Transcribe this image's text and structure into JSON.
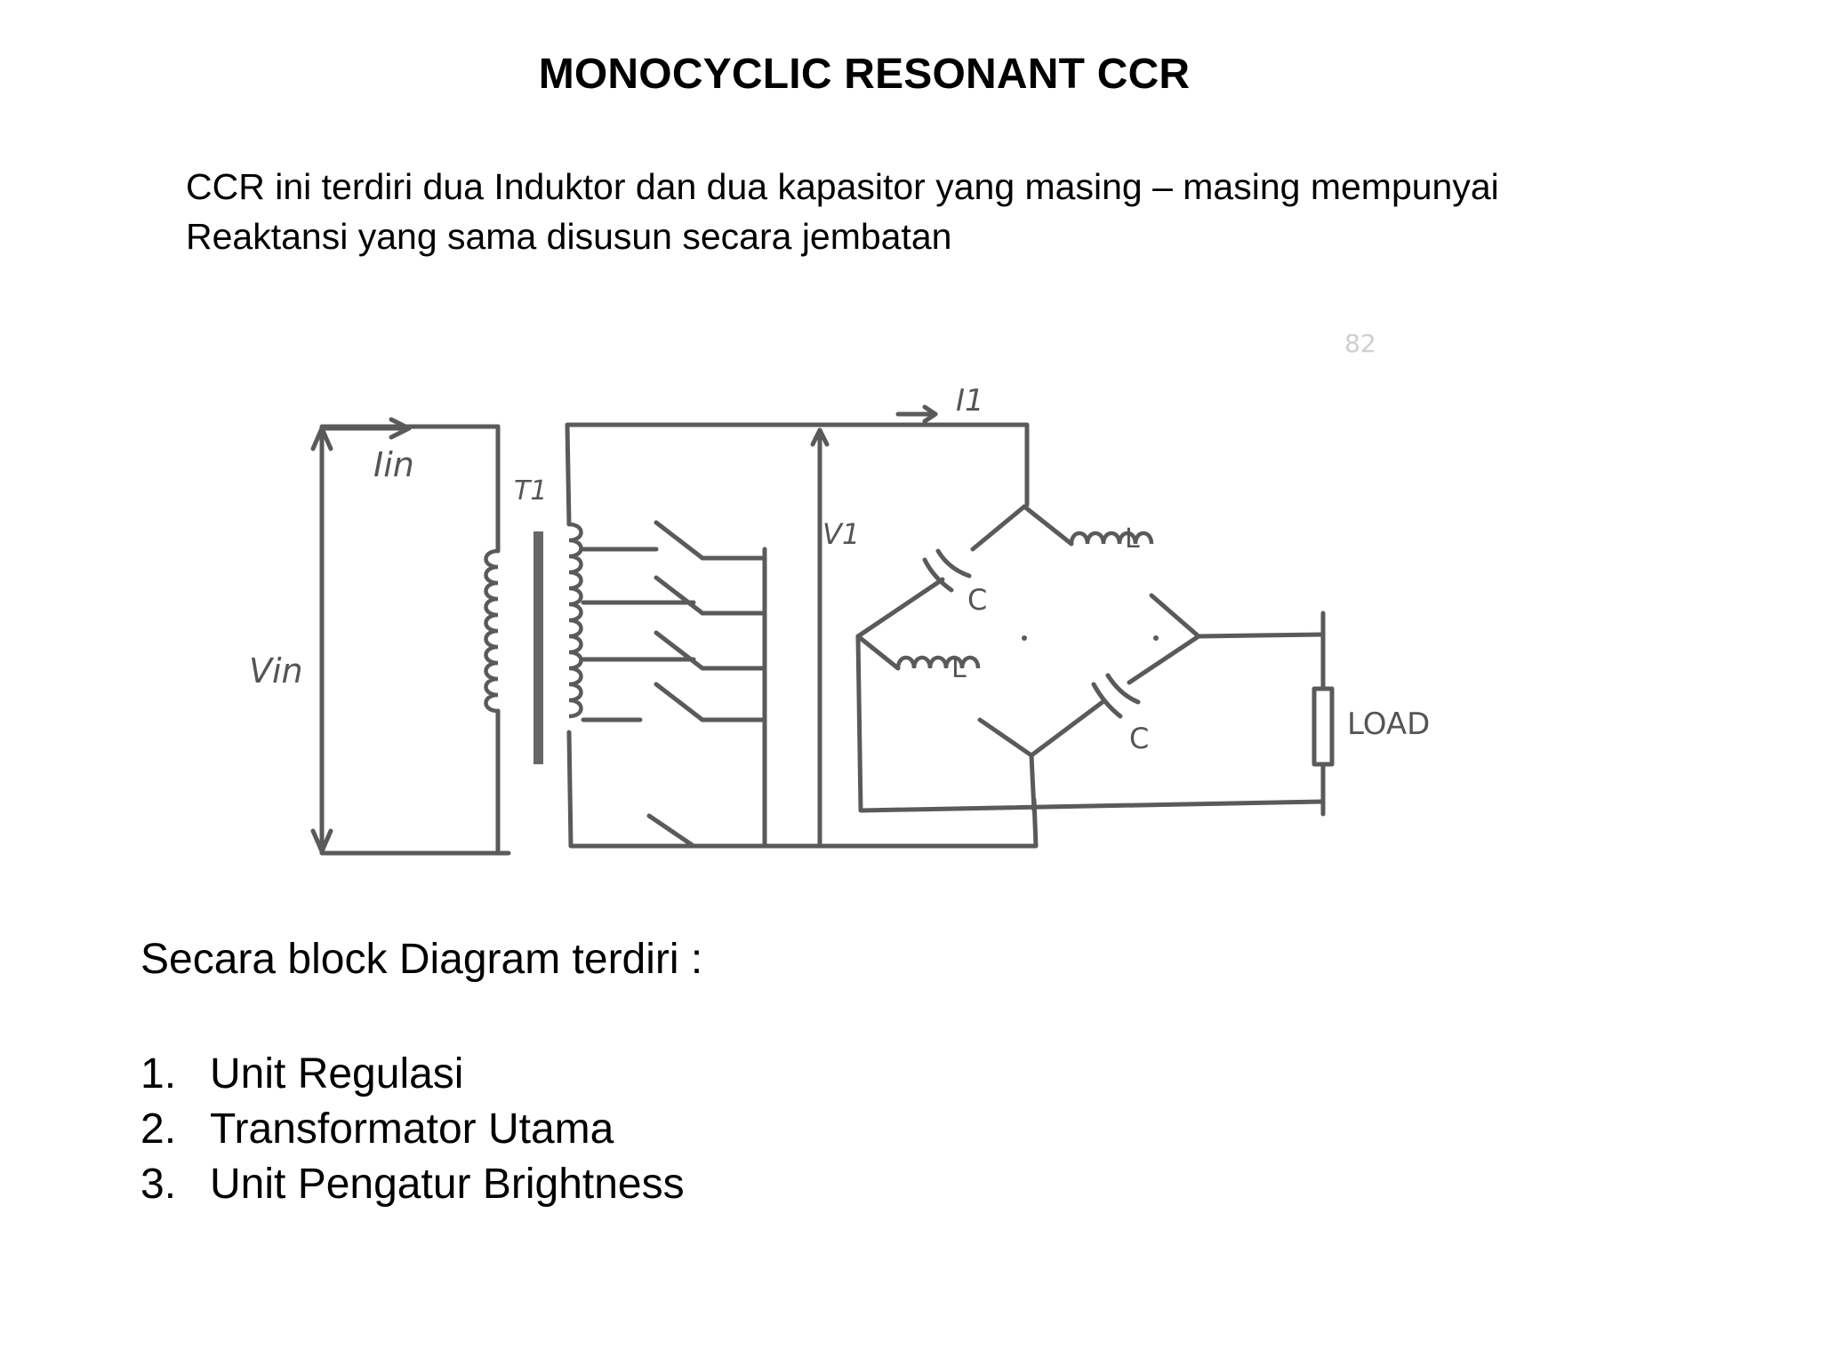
{
  "slide": {
    "title": "MONOCYCLIC RESONANT CCR",
    "intro_lines": [
      "CCR ini terdiri dua Induktor dan dua kapasitor yang masing – masing mempunyai",
      "Reaktansi yang sama disusun secara jembatan"
    ]
  },
  "diagram": {
    "page_number": "82",
    "labels": {
      "current_in": "Iin",
      "voltage_in": "Vin",
      "transformer": "T1",
      "voltage_1": "V1",
      "current_1": "I1",
      "capacitor_top": "C",
      "inductor_top": "L",
      "inductor_bottom": "L",
      "capacitor_bottom": "C",
      "load": "LOAD"
    },
    "colors": {
      "ink": "#5a5a5a",
      "core": "#666666"
    }
  },
  "block_section": {
    "heading": "Secara block Diagram terdiri :",
    "items": [
      {
        "number": "1.",
        "label": "Unit Regulasi"
      },
      {
        "number": "2.",
        "label": "Transformator Utama"
      },
      {
        "number": "3.",
        "label": "Unit Pengatur Brightness"
      }
    ]
  }
}
